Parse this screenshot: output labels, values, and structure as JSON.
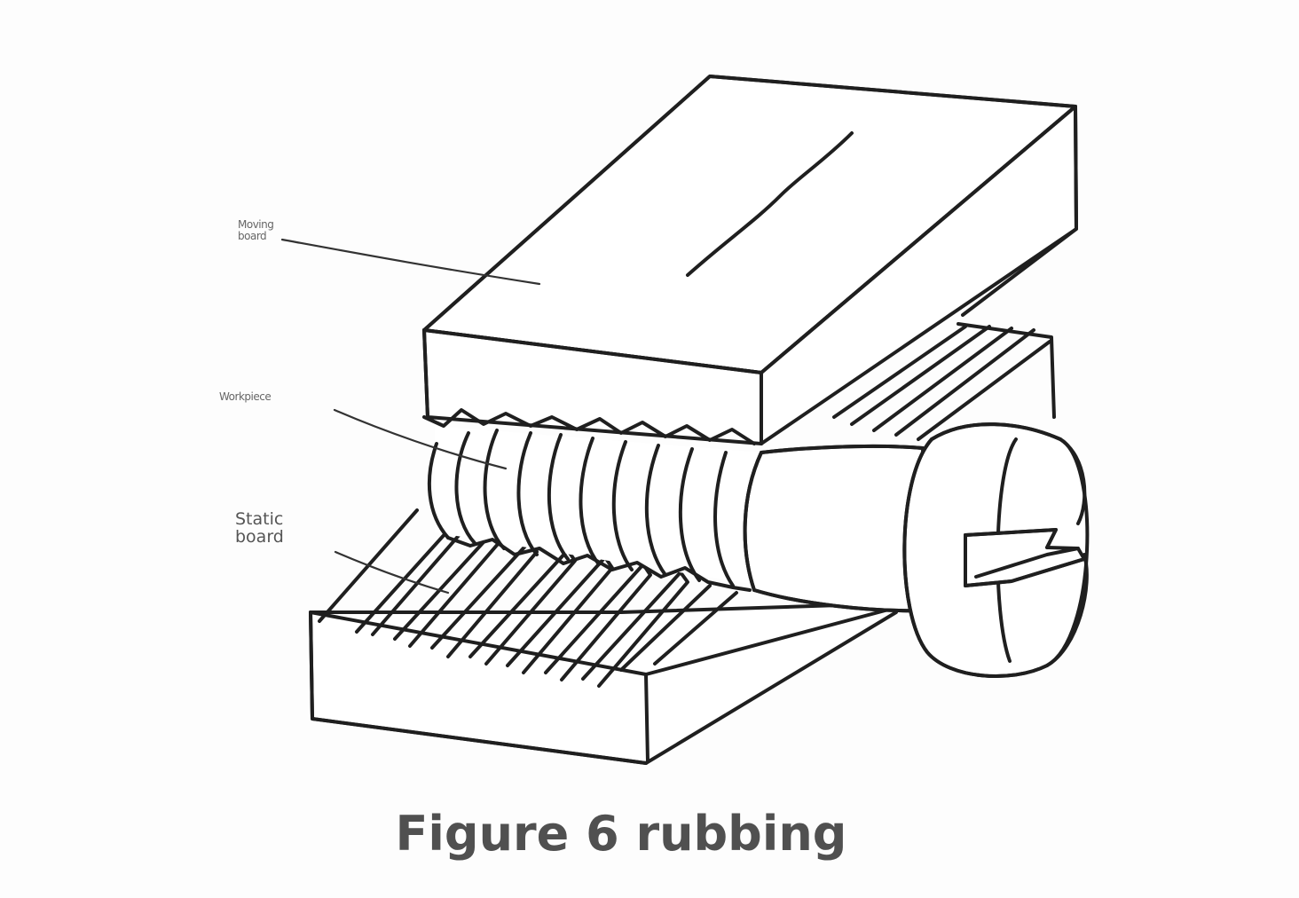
{
  "figure": {
    "caption": "Figure 6 rubbing",
    "labels": {
      "moving_board": [
        "Moving",
        "board"
      ],
      "workpiece": "Workpiece",
      "static_board": [
        "Static",
        "board"
      ]
    }
  }
}
